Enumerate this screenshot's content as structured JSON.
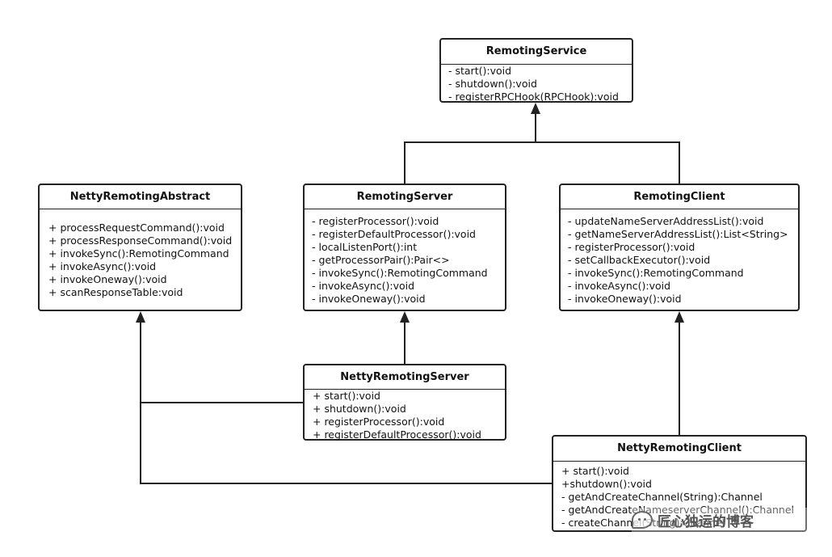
{
  "classes": {
    "remoting_service": {
      "name": "RemotingService",
      "members": [
        "- start():void",
        "- shutdown():void",
        "- registerRPCHook(RPCHook):void"
      ]
    },
    "netty_remoting_abstract": {
      "name": "NettyRemotingAbstract",
      "members": [
        "+ processRequestCommand():void",
        "+ processResponseCommand():void",
        "+ invokeSync():RemotingCommand",
        "+ invokeAsync():void",
        "+ invokeOneway():void",
        "+ scanResponseTable:void"
      ]
    },
    "remoting_server": {
      "name": "RemotingServer",
      "members": [
        "- registerProcessor():void",
        "- registerDefaultProcessor():void",
        "- localListenPort():int",
        "- getProcessorPair():Pair<>",
        "- invokeSync():RemotingCommand",
        "- invokeAsync():void",
        "- invokeOneway():void"
      ]
    },
    "remoting_client": {
      "name": "RemotingClient",
      "members": [
        "- updateNameServerAddressList():void",
        "- getNameServerAddressList():List<String>",
        "- registerProcessor():void",
        "- setCallbackExecutor():void",
        "- invokeSync():RemotingCommand",
        "- invokeAsync():void",
        "- invokeOneway():void"
      ]
    },
    "netty_remoting_server": {
      "name": "NettyRemotingServer",
      "members": [
        "+ start():void",
        "+ shutdown():void",
        "+ registerProcessor():void",
        "+ registerDefaultProcessor():void"
      ]
    },
    "netty_remoting_client": {
      "name": "NettyRemotingClient",
      "members": [
        "+ start():void",
        "+shutdown():void",
        "- getAndCreateChannel(String):Channel",
        "- getAndCreateNameserverChannel():Channel",
        "- createChannel(String):Channel"
      ]
    }
  },
  "watermark": {
    "icon": "wechat-icon",
    "text": "匠心独运的博客"
  }
}
